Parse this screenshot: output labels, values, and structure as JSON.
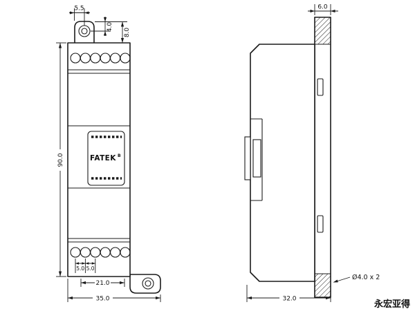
{
  "front_view": {
    "dims": {
      "tab_offset": "5.5",
      "hole_offset": "4.0",
      "ear_height": "8.0",
      "height": "90.0",
      "pitch_a": "5.0",
      "pitch_b": "5.0",
      "terminal_span": "21.0",
      "width": "35.0"
    },
    "label": {
      "brand": "FATEK",
      "marking": "B"
    }
  },
  "side_view": {
    "dims": {
      "rail_tab": "6.0",
      "depth": "32.0",
      "holes": "Ø4.0 x 2"
    }
  },
  "watermark": "永宏亚得"
}
